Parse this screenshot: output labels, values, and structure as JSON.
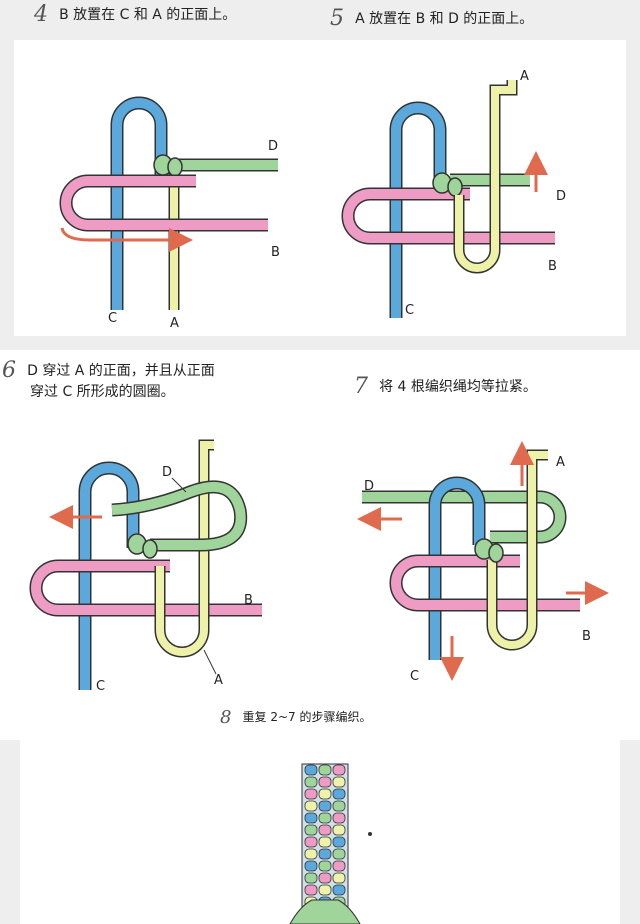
{
  "steps": [
    {
      "num": "4",
      "text": "B 放置在 C 和 A 的正面上。",
      "labels": {
        "c": "C",
        "a": "A",
        "b": "B",
        "d": "D"
      }
    },
    {
      "num": "5",
      "text": "A 放置在 B 和 D 的正面上。",
      "labels": {
        "c": "C",
        "a": "A",
        "b": "B",
        "d": "D"
      }
    },
    {
      "num": "6",
      "text_line1": "D 穿过 A 的正面，并且从正面",
      "text_line2": "穿过 C 所形成的圆圈。",
      "labels": {
        "c": "C",
        "a": "A",
        "b": "B",
        "d": "D"
      }
    },
    {
      "num": "7",
      "text": "将 4 根编织绳均等拉紧。",
      "labels": {
        "c": "C",
        "a": "A",
        "b": "B",
        "d": "D"
      }
    },
    {
      "num": "8",
      "text": "重复 2~7 的步骤编织。"
    }
  ],
  "colors": {
    "cord_c_blue": "#5aa8dc",
    "cord_d_green": "#9fd49a",
    "cord_b_pink": "#ee9cc4",
    "cord_a_yellow": "#eef2a8",
    "outline": "#333333",
    "arrow": "#e06a4e"
  }
}
